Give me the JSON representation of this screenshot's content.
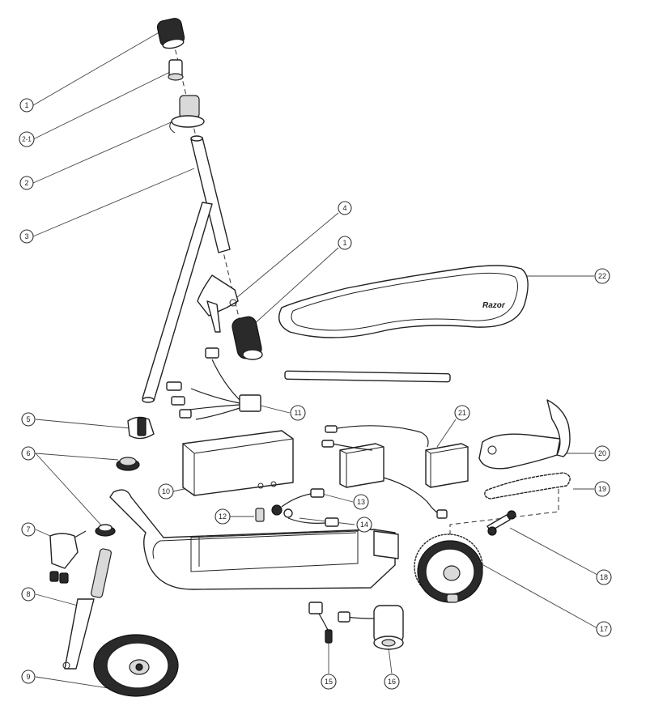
{
  "diagram": {
    "brand_mark": "Razor",
    "callouts": [
      {
        "id": "c1a",
        "label": "1"
      },
      {
        "id": "c2-1",
        "label": "2-1"
      },
      {
        "id": "c2",
        "label": "2"
      },
      {
        "id": "c3",
        "label": "3"
      },
      {
        "id": "c4",
        "label": "4"
      },
      {
        "id": "c1b",
        "label": "1"
      },
      {
        "id": "c22",
        "label": "22"
      },
      {
        "id": "c11",
        "label": "11"
      },
      {
        "id": "c5",
        "label": "5"
      },
      {
        "id": "c21",
        "label": "21"
      },
      {
        "id": "c6",
        "label": "6"
      },
      {
        "id": "c20",
        "label": "20"
      },
      {
        "id": "c10",
        "label": "10"
      },
      {
        "id": "c13",
        "label": "13"
      },
      {
        "id": "c19",
        "label": "19"
      },
      {
        "id": "c12",
        "label": "12"
      },
      {
        "id": "c14",
        "label": "14"
      },
      {
        "id": "c7",
        "label": "7"
      },
      {
        "id": "c18",
        "label": "18"
      },
      {
        "id": "c8",
        "label": "8"
      },
      {
        "id": "c17",
        "label": "17"
      },
      {
        "id": "c9",
        "label": "9"
      },
      {
        "id": "c15",
        "label": "15"
      },
      {
        "id": "c16",
        "label": "16"
      }
    ]
  }
}
